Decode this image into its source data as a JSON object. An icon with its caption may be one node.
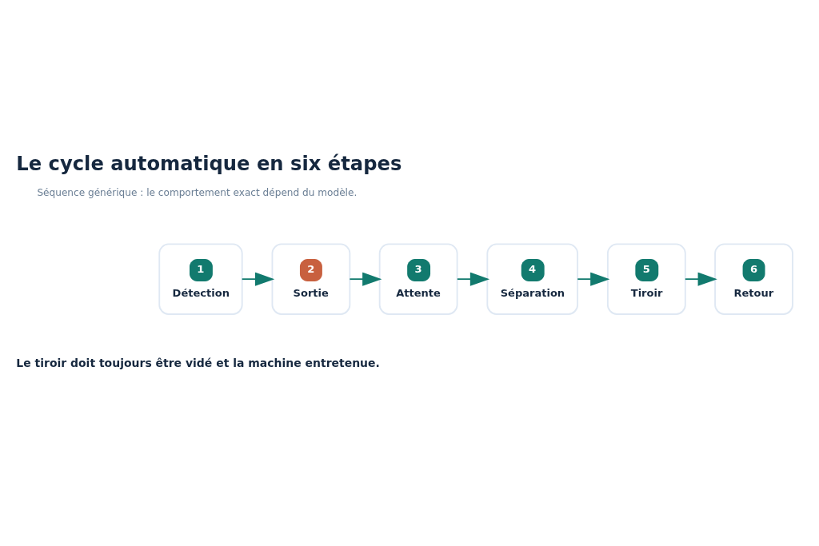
{
  "diagram": {
    "title": "Le cycle automatique en six étapes",
    "nodes": [
      {
        "text": [
          "1",
          "Détection"
        ]
      },
      {
        "text": [
          "2",
          "Sortie"
        ]
      },
      {
        "text": [
          "3",
          "Attente"
        ]
      },
      {
        "text": [
          "4",
          "Séparation"
        ]
      },
      {
        "text": [
          "5",
          "Tiroir"
        ]
      },
      {
        "text": [
          "6",
          "Retour"
        ]
      }
    ],
    "edges": [
      {
        "from": 0,
        "to": 1,
        "arrow": "to"
      },
      {
        "from": 1,
        "to": 2,
        "arrow": "to"
      },
      {
        "from": 2,
        "to": 3,
        "arrow": "to"
      },
      {
        "from": 3,
        "to": 4,
        "arrow": "to"
      },
      {
        "from": 4,
        "to": 5,
        "arrow": "to"
      }
    ],
    "labels": [
      "Séquence générique : le comportement exact dépend du modèle.",
      "Le tiroir doit toujours être vidé et la machine entretenue."
    ]
  }
}
